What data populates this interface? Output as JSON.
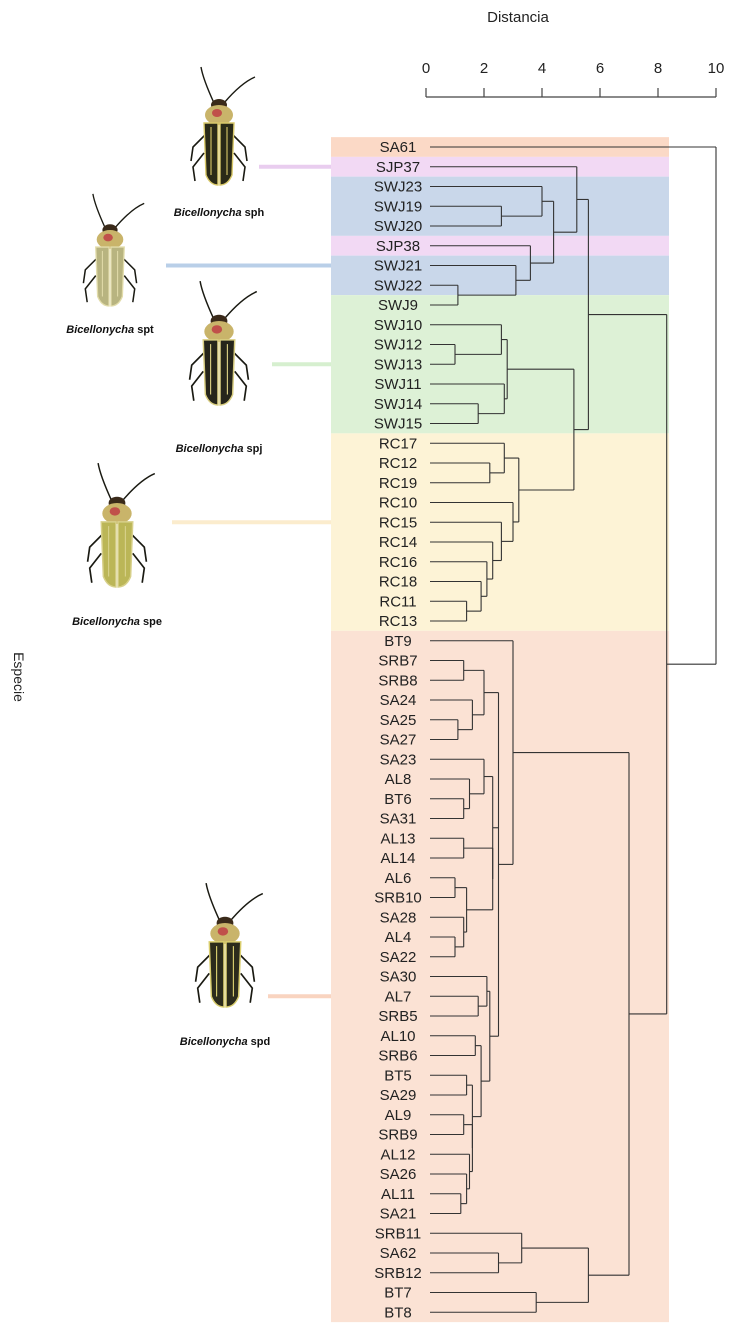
{
  "axis": {
    "title": "Distancia",
    "ticks": [
      0,
      2,
      4,
      6,
      8,
      10
    ],
    "range": [
      0,
      10
    ]
  },
  "y_title": "Especie",
  "leaves": [
    "SA61",
    "SJP37",
    "SWJ23",
    "SWJ19",
    "SWJ20",
    "SJP38",
    "SWJ21",
    "SWJ22",
    "SWJ9",
    "SWJ10",
    "SWJ12",
    "SWJ13",
    "SWJ11",
    "SWJ14",
    "SWJ15",
    "RC17",
    "RC12",
    "RC19",
    "RC10",
    "RC15",
    "RC14",
    "RC16",
    "RC18",
    "RC11",
    "RC13",
    "BT9",
    "SRB7",
    "SRB8",
    "SA24",
    "SA25",
    "SA27",
    "SA23",
    "AL8",
    "BT6",
    "SA31",
    "AL13",
    "AL14",
    "AL6",
    "SRB10",
    "SA28",
    "AL4",
    "SA22",
    "SA30",
    "AL7",
    "SRB5",
    "AL10",
    "SRB6",
    "BT5",
    "SA29",
    "AL9",
    "SRB9",
    "AL12",
    "SA26",
    "AL11",
    "SA21",
    "SRB11",
    "SA62",
    "SRB12",
    "BT7",
    "BT8"
  ],
  "bands": [
    {
      "from": 0,
      "to": 0,
      "color": "#fbd9c6"
    },
    {
      "from": 1,
      "to": 1,
      "color": "#f2d9f4"
    },
    {
      "from": 2,
      "to": 4,
      "color": "#c9d7ea"
    },
    {
      "from": 5,
      "to": 5,
      "color": "#f2d9f4"
    },
    {
      "from": 6,
      "to": 7,
      "color": "#c9d7ea"
    },
    {
      "from": 8,
      "to": 14,
      "color": "#ddf1d6"
    },
    {
      "from": 15,
      "to": 24,
      "color": "#fdf3d6"
    },
    {
      "from": 25,
      "to": 59,
      "color": "#fbe2d4"
    }
  ],
  "tree": {
    "h": 10.0,
    "c": [
      {
        "l": 0
      },
      {
        "h": 8.3,
        "c": [
          {
            "h": 5.6,
            "c": [
              {
                "h": 5.2,
                "c": [
                  {
                    "l": 1
                  },
                  {
                    "h": 4.4,
                    "c": [
                      {
                        "h": 4.0,
                        "c": [
                          {
                            "l": 2
                          },
                          {
                            "h": 2.6,
                            "c": [
                              {
                                "l": 3
                              },
                              {
                                "l": 4
                              }
                            ]
                          }
                        ]
                      },
                      {
                        "h": 3.6,
                        "c": [
                          {
                            "l": 5
                          },
                          {
                            "h": 3.1,
                            "c": [
                              {
                                "l": 6
                              },
                              {
                                "h": 1.1,
                                "c": [
                                  {
                                    "l": 7
                                  },
                                  {
                                    "l": 8
                                  }
                                ]
                              }
                            ]
                          }
                        ]
                      }
                    ]
                  }
                ]
              },
              {
                "h": 5.1,
                "c": [
                  {
                    "h": 2.8,
                    "c": [
                      {
                        "h": 2.6,
                        "c": [
                          {
                            "l": 9
                          },
                          {
                            "h": 1.0,
                            "c": [
                              {
                                "l": 10
                              },
                              {
                                "l": 11
                              }
                            ]
                          }
                        ]
                      },
                      {
                        "h": 2.7,
                        "c": [
                          {
                            "l": 12
                          },
                          {
                            "h": 1.8,
                            "c": [
                              {
                                "l": 13
                              },
                              {
                                "l": 14
                              }
                            ]
                          }
                        ]
                      }
                    ]
                  },
                  {
                    "h": 3.2,
                    "c": [
                      {
                        "h": 2.7,
                        "c": [
                          {
                            "l": 15
                          },
                          {
                            "h": 2.2,
                            "c": [
                              {
                                "l": 16
                              },
                              {
                                "l": 17
                              }
                            ]
                          }
                        ]
                      },
                      {
                        "h": 3.0,
                        "c": [
                          {
                            "l": 18
                          },
                          {
                            "h": 2.6,
                            "c": [
                              {
                                "l": 19
                              },
                              {
                                "h": 2.3,
                                "c": [
                                  {
                                    "l": 20
                                  },
                                  {
                                    "h": 2.1,
                                    "c": [
                                      {
                                        "l": 21
                                      },
                                      {
                                        "h": 1.9,
                                        "c": [
                                          {
                                            "l": 22
                                          },
                                          {
                                            "h": 1.4,
                                            "c": [
                                              {
                                                "l": 23
                                              },
                                              {
                                                "l": 24
                                              }
                                            ]
                                          }
                                        ]
                                      }
                                    ]
                                  }
                                ]
                              }
                            ]
                          }
                        ]
                      }
                    ]
                  }
                ]
              }
            ]
          },
          {
            "h": 7.0,
            "c": [
              {
                "h": 3.0,
                "c": [
                  {
                    "l": 25
                  },
                  {
                    "h": 2.5,
                    "c": [
                      {
                        "h": 2.0,
                        "c": [
                          {
                            "h": 1.3,
                            "c": [
                              {
                                "l": 26
                              },
                              {
                                "l": 27
                              }
                            ]
                          },
                          {
                            "h": 1.6,
                            "c": [
                              {
                                "l": 28
                              },
                              {
                                "h": 1.1,
                                "c": [
                                  {
                                    "l": 29
                                  },
                                  {
                                    "l": 30
                                  }
                                ]
                              }
                            ]
                          }
                        ]
                      },
                      {
                        "h": 2.3,
                        "c": [
                          {
                            "h": 2.0,
                            "c": [
                              {
                                "l": 31
                              },
                              {
                                "h": 1.5,
                                "c": [
                                  {
                                    "l": 32
                                  },
                                  {
                                    "h": 1.3,
                                    "c": [
                                      {
                                        "l": 33
                                      },
                                      {
                                        "l": 34
                                      }
                                    ]
                                  }
                                ]
                              }
                            ]
                          },
                          {
                            "h": 2.3,
                            "c": [
                              {
                                "h": 1.3,
                                "c": [
                                  {
                                    "l": 35
                                  },
                                  {
                                    "l": 36
                                  }
                                ]
                              },
                              {
                                "h": 1.4,
                                "c": [
                                  {
                                    "h": 1.0,
                                    "c": [
                                      {
                                        "l": 37
                                      },
                                      {
                                        "l": 38
                                      }
                                    ]
                                  },
                                  {
                                    "h": 1.3,
                                    "c": [
                                      {
                                        "l": 39
                                      },
                                      {
                                        "h": 1.0,
                                        "c": [
                                          {
                                            "l": 40
                                          },
                                          {
                                            "l": 41
                                          }
                                        ]
                                      }
                                    ]
                                  }
                                ]
                              }
                            ]
                          }
                        ]
                      },
                      {
                        "h": 2.2,
                        "c": [
                          {
                            "h": 2.1,
                            "c": [
                              {
                                "l": 42
                              },
                              {
                                "h": 1.8,
                                "c": [
                                  {
                                    "l": 43
                                  },
                                  {
                                    "l": 44
                                  }
                                ]
                              }
                            ]
                          },
                          {
                            "h": 1.9,
                            "c": [
                              {
                                "h": 1.7,
                                "c": [
                                  {
                                    "l": 45
                                  },
                                  {
                                    "l": 46
                                  }
                                ]
                              },
                              {
                                "h": 1.6,
                                "c": [
                                  {
                                    "h": 1.4,
                                    "c": [
                                      {
                                        "l": 47
                                      },
                                      {
                                        "l": 48
                                      }
                                    ]
                                  },
                                  {
                                    "h": 1.6,
                                    "c": [
                                      {
                                        "h": 1.3,
                                        "c": [
                                          {
                                            "l": 49
                                          },
                                          {
                                            "l": 50
                                          }
                                        ]
                                      },
                                      {
                                        "h": 1.5,
                                        "c": [
                                          {
                                            "l": 51
                                          },
                                          {
                                            "h": 1.4,
                                            "c": [
                                              {
                                                "l": 52
                                              },
                                              {
                                                "h": 1.2,
                                                "c": [
                                                  {
                                                    "l": 53
                                                  },
                                                  {
                                                    "l": 54
                                                  }
                                                ]
                                              }
                                            ]
                                          }
                                        ]
                                      }
                                    ]
                                  }
                                ]
                              }
                            ]
                          }
                        ]
                      }
                    ]
                  }
                ]
              },
              {
                "h": 5.6,
                "c": [
                  {
                    "h": 3.3,
                    "c": [
                      {
                        "l": 55
                      },
                      {
                        "h": 2.5,
                        "c": [
                          {
                            "l": 56
                          },
                          {
                            "l": 57
                          }
                        ]
                      }
                    ]
                  },
                  {
                    "h": 3.8,
                    "c": [
                      {
                        "l": 58
                      },
                      {
                        "l": 59
                      }
                    ]
                  }
                ]
              }
            ]
          }
        ]
      }
    ]
  },
  "species": [
    {
      "genus": "Bicellonycha",
      "code": "sph",
      "cluster_leaf": 1,
      "body_color": "#1c1c12",
      "elytra_color": "#2a2a18",
      "stripe_color": "#d9c96a",
      "link_color": "#e9cdef"
    },
    {
      "genus": "Bicellonycha",
      "code": "spt",
      "cluster_leaf": 6,
      "body_color": "#8f8d5c",
      "elytra_color": "#b8b480",
      "stripe_color": "#e2dcaa",
      "link_color": "#b9cfe8"
    },
    {
      "genus": "Bicellonycha",
      "code": "spj",
      "cluster_leaf": 11,
      "body_color": "#1f1f17",
      "elytra_color": "#26251b",
      "stripe_color": "#d8cd80",
      "link_color": "#d6efcf"
    },
    {
      "genus": "Bicellonycha",
      "code": "spe",
      "cluster_leaf": 19,
      "body_color": "#a5a24a",
      "elytra_color": "#bbb657",
      "stripe_color": "#d7d08a",
      "link_color": "#fbeccd"
    },
    {
      "genus": "Bicellonycha",
      "code": "spd",
      "cluster_leaf": 43,
      "body_color": "#1f1f14",
      "elytra_color": "#2c2b1c",
      "stripe_color": "#d9cd6e",
      "link_color": "#f9d4c0"
    }
  ],
  "colors": {
    "line": "#333333",
    "axis": "#444444"
  }
}
